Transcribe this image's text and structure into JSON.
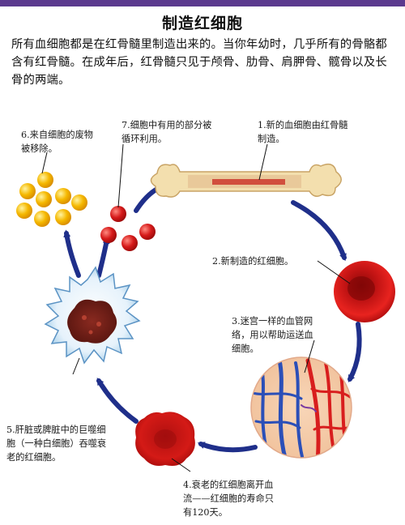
{
  "title": "制造红细胞",
  "intro": "所有血细胞都是在红骨髓里制造出来的。当你年幼时，几乎所有的骨骼都含有红骨髓。在成年后，红骨髓只见于颅骨、肋骨、肩胛骨、髋骨以及长骨的两端。",
  "steps": {
    "s1": "1.新的血细胞由红骨髓制造。",
    "s2": "2.新制造的红细胞。",
    "s3": "3.迷宫一样的血管网络，用以帮助运送血细胞。",
    "s4": "4.衰老的红细胞离开血流——红细胞的寿命只有120天。",
    "s5": "5.肝脏或脾脏中的巨噬细胞（一种白细胞）吞噬衰老的红细胞。",
    "s6": "6.来自细胞的废物被移除。",
    "s7": "7.细胞中有用的部分被循环利用。"
  },
  "colors": {
    "accent": "#5b3a8e",
    "arrow": "#1f2f8a",
    "red_cell": "#d01818",
    "waste": "#f2b400",
    "bone": "#f3dfae"
  }
}
